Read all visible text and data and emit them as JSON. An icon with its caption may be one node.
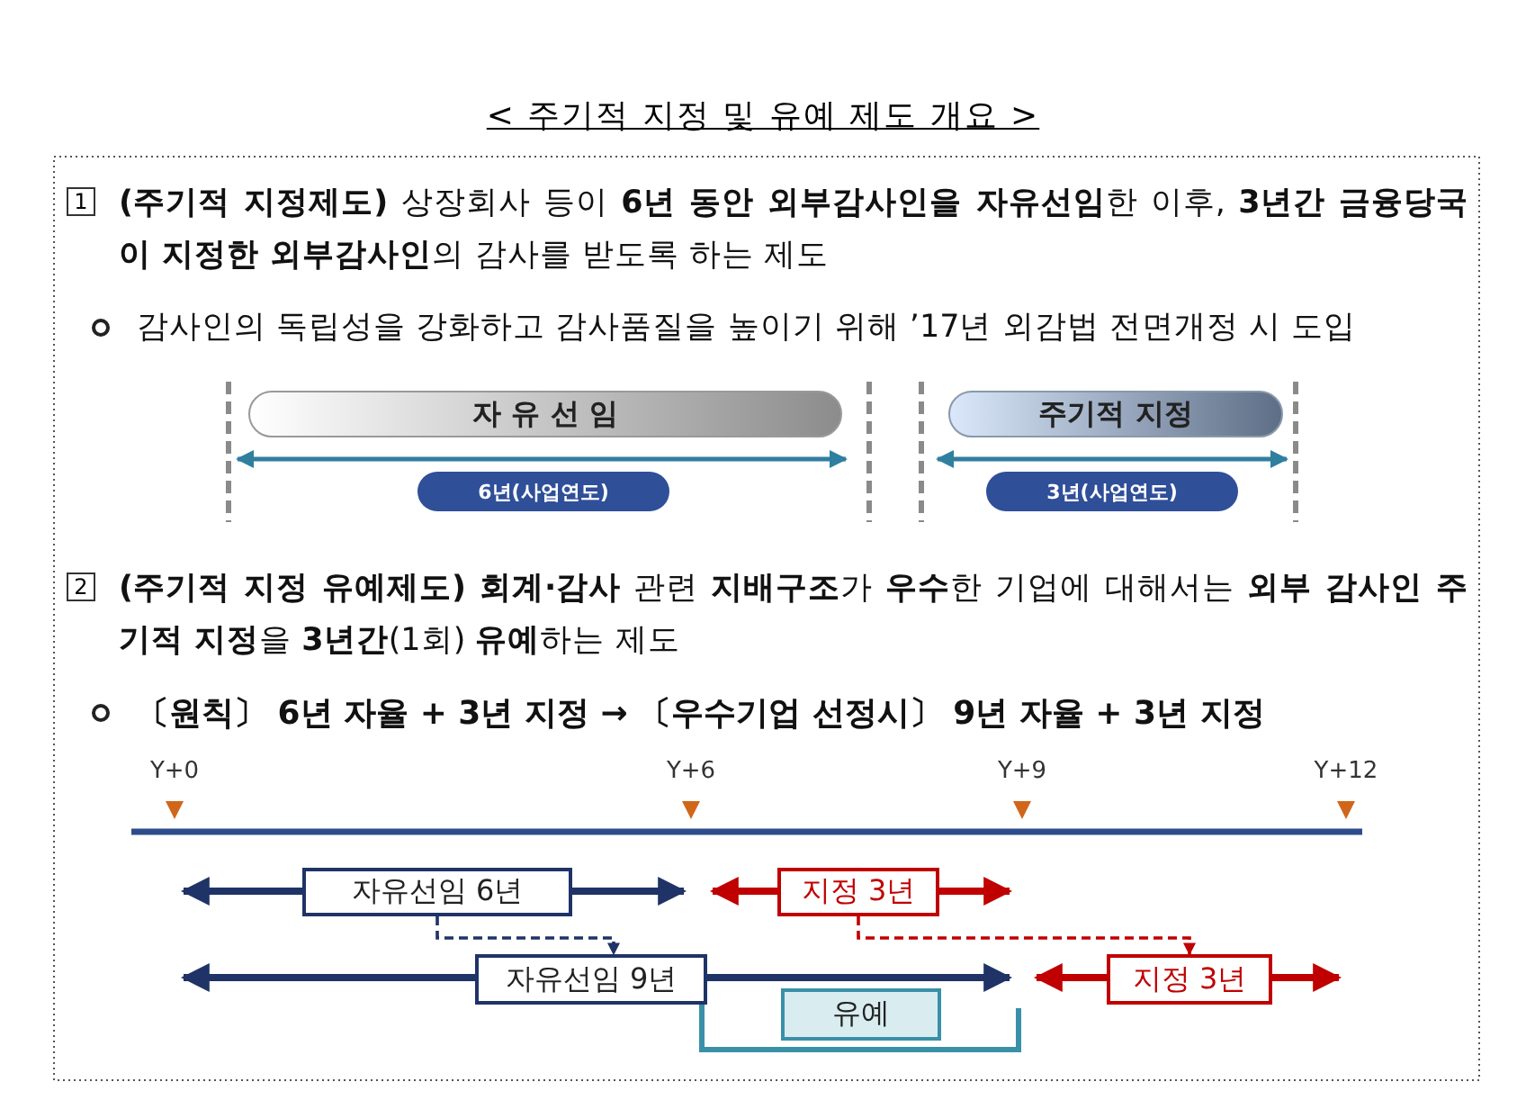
{
  "diagram": {
    "title": "< 주기적 지정 및 유예 제도 개요 >",
    "nodes": [
      {
        "text": [
          "자 유 선 임"
        ]
      },
      {
        "text": [
          "주기적 지정"
        ]
      },
      {
        "text": [
          "6년(사업연도)"
        ]
      },
      {
        "text": [
          "3년(사업연도)"
        ]
      },
      {
        "text": [
          "자유선임 6년"
        ]
      },
      {
        "text": [
          "지정 3년"
        ]
      },
      {
        "text": [
          "자유선임 9년"
        ]
      },
      {
        "text": [
          "지정 3년"
        ]
      },
      {
        "text": [
          "유예"
        ]
      }
    ],
    "edges": [
      {
        "from": 4,
        "to": 6,
        "arrow": "to",
        "style": "dashed"
      },
      {
        "from": 5,
        "to": 7,
        "arrow": "to",
        "style": "dashed",
        "color": "#c00000"
      }
    ],
    "labels": [
      "1",
      "**(주기적 지정제도)** 상장회사 등이 **6년 동안 외부감사인을 자유선임**한 이후, **3년간 금융당국이 지정한 외부감사인**의 감사를 받도록 하는 제도",
      "감사인의 독립성을 강화하고 감사품질을 높이기 위해 ’17년 외감법 전면개정 시 도입",
      "2",
      "**(주기적 지정 유예제도) 회계·감사** 관련 **지배구조**가 **우수**한 기업에 대해서는 **외부 감사인 주기적 지정**을 **3년간**(1회) **유예**하는 제도",
      "〔원칙〕 6년 자율 + 3년 지정 → 〔우수기업 선정시〕 9년 자율 + 3년 지정",
      "Y+0",
      "Y+6",
      "Y+9",
      "Y+12"
    ]
  }
}
